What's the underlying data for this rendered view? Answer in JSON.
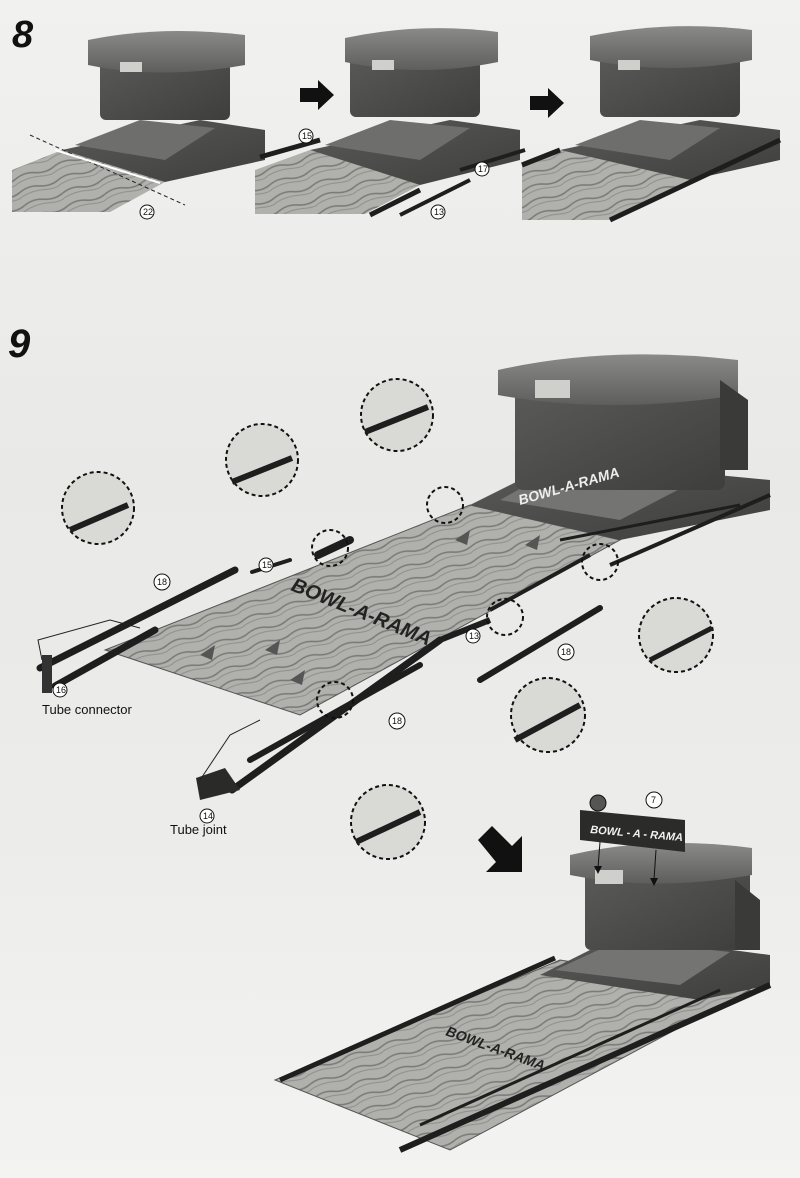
{
  "step8": {
    "number": "8",
    "parts": [
      "22",
      "15",
      "17",
      "13"
    ]
  },
  "step9": {
    "number": "9",
    "parts": [
      "18",
      "15",
      "18",
      "13",
      "18",
      "16",
      "14",
      "7"
    ],
    "tube_connector_label": "Tube connector",
    "tube_joint_label": "Tube joint",
    "sign_text": "BOWL - A - RAMA"
  },
  "lane_logo_text": "BOWL-A-RAMA",
  "colors": {
    "machine_dark": "#4a4a48",
    "machine_mid": "#6b6b69",
    "machine_light": "#8c8c8a",
    "lane_light": "#b4b4b0",
    "lane_dark": "#7c7c78",
    "tube": "#1e1e1e"
  }
}
